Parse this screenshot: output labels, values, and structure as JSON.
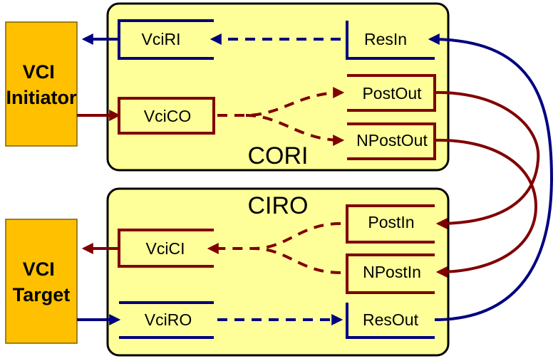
{
  "colors": {
    "module_fill": "#ffff99",
    "module_stroke": "#000000",
    "agent_fill": "#ffc000",
    "agent_stroke": "#7f6000",
    "response_path": "#000080",
    "command_path": "#800000"
  },
  "agents": {
    "initiator": [
      "VCI",
      "Initiator"
    ],
    "target": [
      "VCI",
      "Target"
    ]
  },
  "modules": {
    "cori": {
      "title": "CORI",
      "ports": {
        "vci_ri": "VciRI",
        "res_in": "ResIn",
        "vci_co": "VciCO",
        "post_out": "PostOut",
        "npost_out": "NPostOut"
      }
    },
    "ciro": {
      "title": "CIRO",
      "ports": {
        "vci_ci": "VciCI",
        "post_in": "PostIn",
        "npost_in": "NPostIn",
        "vci_ro": "VciRO",
        "res_out": "ResOut"
      }
    }
  }
}
